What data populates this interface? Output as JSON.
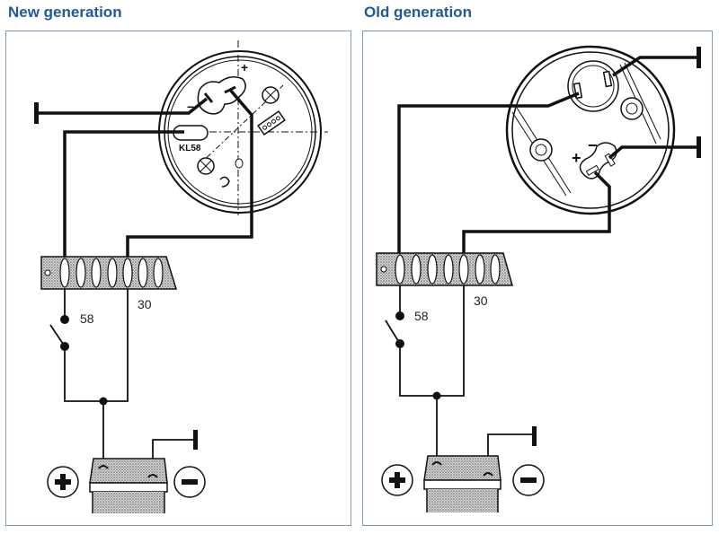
{
  "panels": [
    {
      "title": "New generation",
      "gauge_label": "KL58",
      "gauge_plus": "+",
      "gauge_minus": "−",
      "terminal_58": "58",
      "terminal_30": "30",
      "battery_positive": "+",
      "battery_negative": "−"
    },
    {
      "title": "Old generation",
      "gauge_plus": "+",
      "gauge_minus": "−",
      "terminal_58": "58",
      "terminal_30": "30",
      "battery_positive": "+",
      "battery_negative": "−"
    }
  ],
  "colors": {
    "title": "#1f5a96",
    "border": "#7f9bb5",
    "wire": "#111111"
  }
}
